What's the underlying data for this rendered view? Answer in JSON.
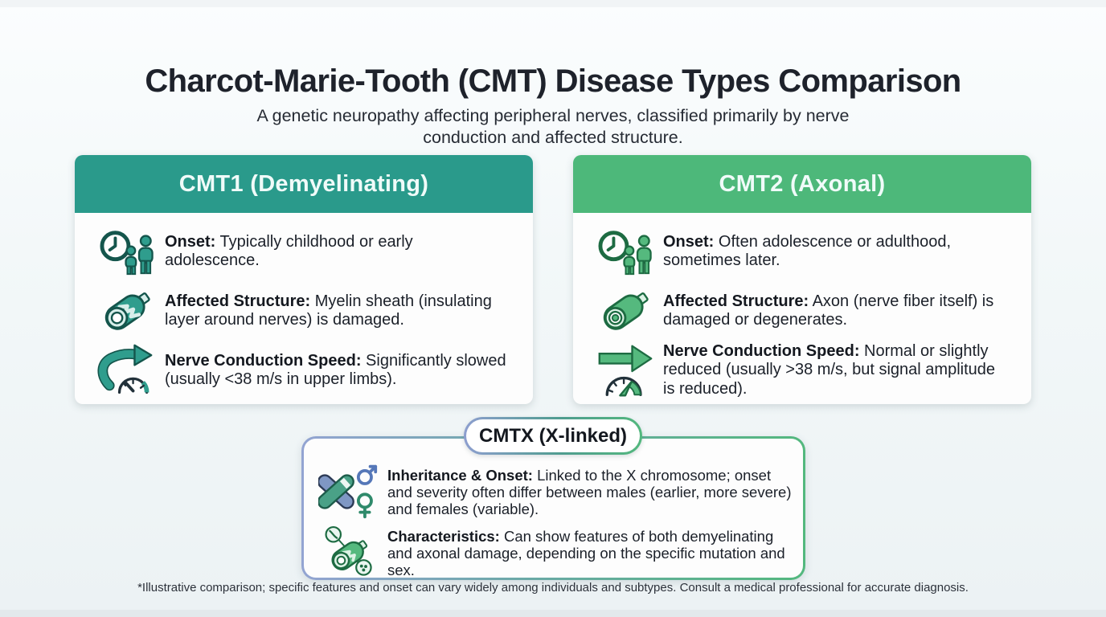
{
  "page": {
    "title": "Charcot-Marie-Tooth (CMT) Disease Types Comparison",
    "subtitle": "A genetic neuropathy affecting peripheral nerves, classified primarily by nerve conduction and affected structure.",
    "footnote": "*Illustrative comparison; specific features and onset can vary widely among individuals and subtypes. Consult a medical professional for accurate diagnosis."
  },
  "colors": {
    "cmt1_header": "#2A9A8B",
    "cmt2_header": "#4DB87A",
    "cmtx_border_left": "#93A4D2",
    "cmtx_border_right": "#53B87E",
    "card_background": "#FDFDFD",
    "page_background": "#F3F8F9",
    "text": "#20242C"
  },
  "cards": [
    {
      "title": "CMT1 (Demyelinating)",
      "rows": [
        {
          "icon": "clock-people-icon",
          "label": "Onset:",
          "text": "Typically childhood or early adolescence."
        },
        {
          "icon": "damaged-myelin-nerve-icon",
          "label": "Affected Structure:",
          "text": "Myelin sheath (insulating layer around nerves) is damaged."
        },
        {
          "icon": "curved-arrow-gauge-icon",
          "label": "Nerve Conduction Speed:",
          "text": "Significantly slowed (usually <38 m/s in upper limbs)."
        }
      ]
    },
    {
      "title": "CMT2 (Axonal)",
      "rows": [
        {
          "icon": "clock-people-icon",
          "label": "Onset:",
          "text": "Often adolescence or adulthood, sometimes later."
        },
        {
          "icon": "axon-nerve-icon",
          "label": "Affected Structure:",
          "text": "Axon (nerve fiber itself) is damaged or degenerates."
        },
        {
          "icon": "straight-arrow-gauge-icon",
          "label": "Nerve Conduction Speed:",
          "text": "Normal or slightly reduced (usually >38 m/s, but signal amplitude is reduced)."
        }
      ]
    }
  ],
  "cmtx": {
    "title": "CMTX (X-linked)",
    "rows": [
      {
        "icon": "x-chromosome-gender-icon",
        "label": "Inheritance & Onset:",
        "text": "Linked to the X chromosome; onset and severity often differ between males (earlier, more severe) and females (variable)."
      },
      {
        "icon": "mixed-nerve-damage-icon",
        "label": "Characteristics:",
        "text": "Can show features of both demyelinating and axonal damage, depending on the specific mutation and sex."
      }
    ]
  }
}
